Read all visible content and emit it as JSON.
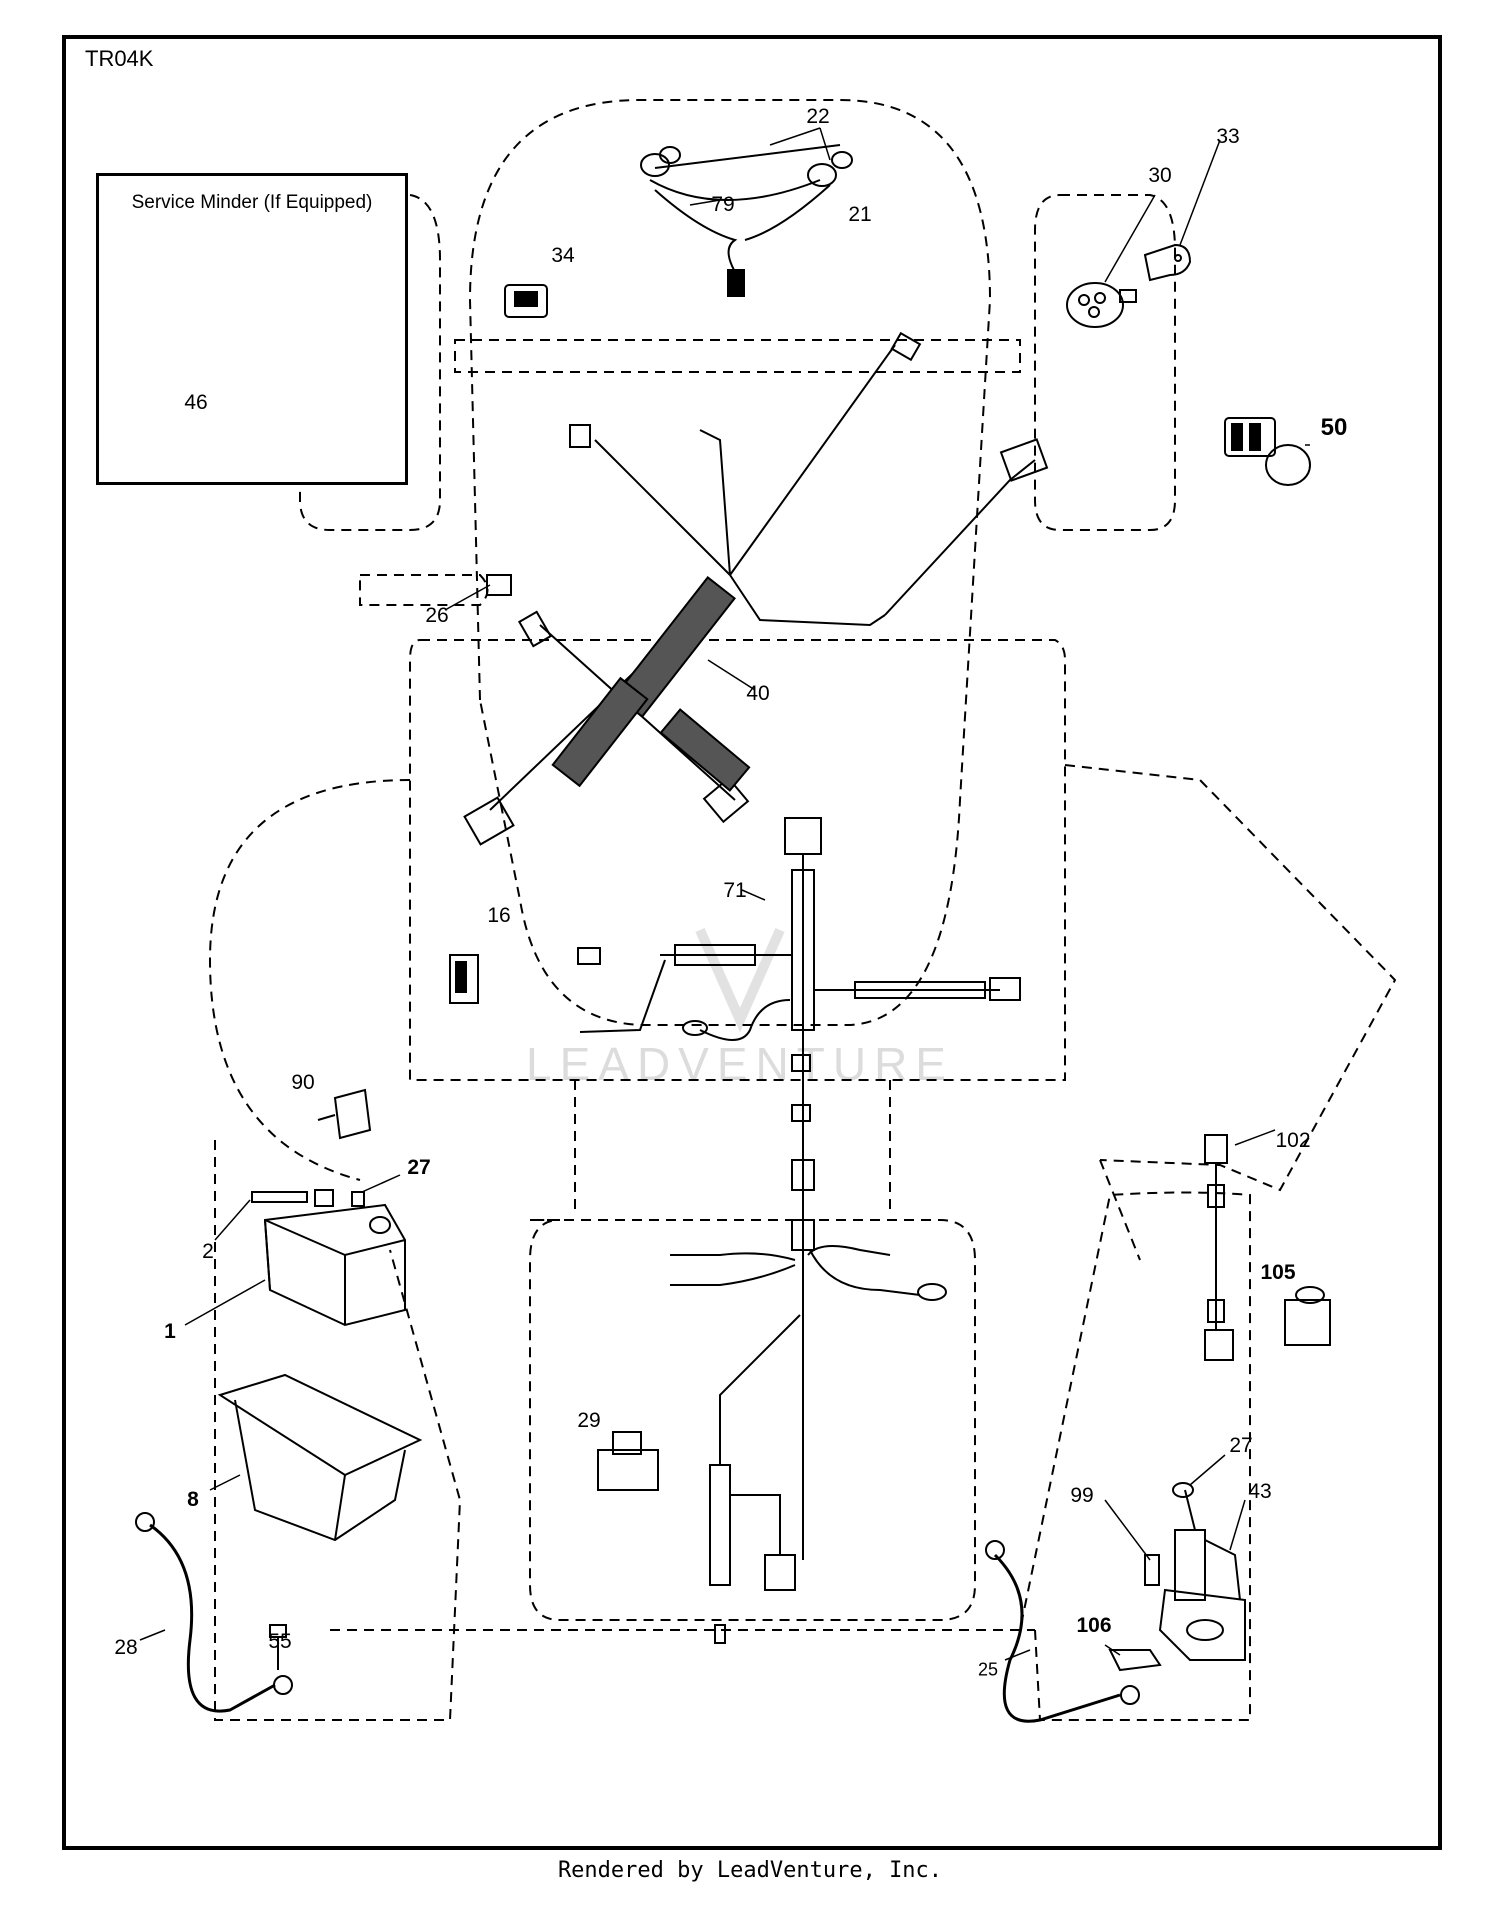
{
  "diagram": {
    "code": "TR04K",
    "inset_title": "Service Minder (If Equipped)",
    "footer": "Rendered by LeadVenture, Inc.",
    "watermark": "LEADVENTURE",
    "callouts": {
      "c22": "22",
      "c79": "79",
      "c21": "21",
      "c33": "33",
      "c30": "30",
      "c34": "34",
      "c46": "46",
      "c50": "50",
      "c26": "26",
      "c40": "40",
      "c71": "71",
      "c16": "16",
      "c90": "90",
      "c27a": "27",
      "c2": "2",
      "c1": "1",
      "c8": "8",
      "c28": "28",
      "c55": "55",
      "c29": "29",
      "c102": "102",
      "c105": "105",
      "c27b": "27",
      "c43": "43",
      "c99": "99",
      "c106": "106",
      "c25": "25"
    }
  }
}
